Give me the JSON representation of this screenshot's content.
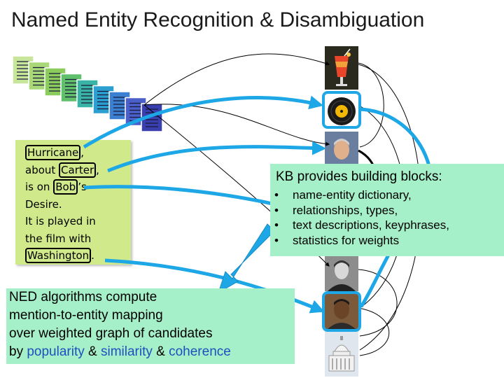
{
  "title": "Named Entity Recognition & Disambiguation",
  "note": {
    "lines": [
      {
        "before": "",
        "mention": "Hurricane",
        "after": ","
      },
      {
        "before": "about ",
        "mention": "Carter",
        "after": ","
      },
      {
        "before": "is on ",
        "mention": "Bob",
        "after": "’s"
      },
      {
        "before": "Desire.",
        "mention": "",
        "after": ""
      },
      {
        "before": "It is played in",
        "mention": "",
        "after": ""
      },
      {
        "before": "the film with",
        "mention": "",
        "after": ""
      },
      {
        "before": "",
        "mention": "Washington",
        "after": "."
      }
    ]
  },
  "kb": {
    "header": "KB provides building blocks:",
    "bullet": "•",
    "items": [
      "name-entity dictionary,",
      "relationships, types,",
      "text descriptions, keyphrases,",
      "statistics for weights"
    ]
  },
  "ned": {
    "line1": "NED algorithms compute",
    "line2": "mention-to-entity mapping",
    "line3": "over weighted graph of candidates",
    "by": "by ",
    "popularity": "popularity",
    "amp1": " & ",
    "similarity": "similarity",
    "amp2": " & ",
    "coherence": "coherence"
  },
  "colors": {
    "arrow_blue": "#1ea7e6",
    "note_green": "#cfe98b",
    "box_green": "#a6f0c9",
    "accent_blue": "#1f4fbf"
  },
  "icons": [
    "document-stack-icon",
    "cocktail-icon",
    "vinyl-record-icon",
    "portrait-icon",
    "capitol-building-icon"
  ]
}
